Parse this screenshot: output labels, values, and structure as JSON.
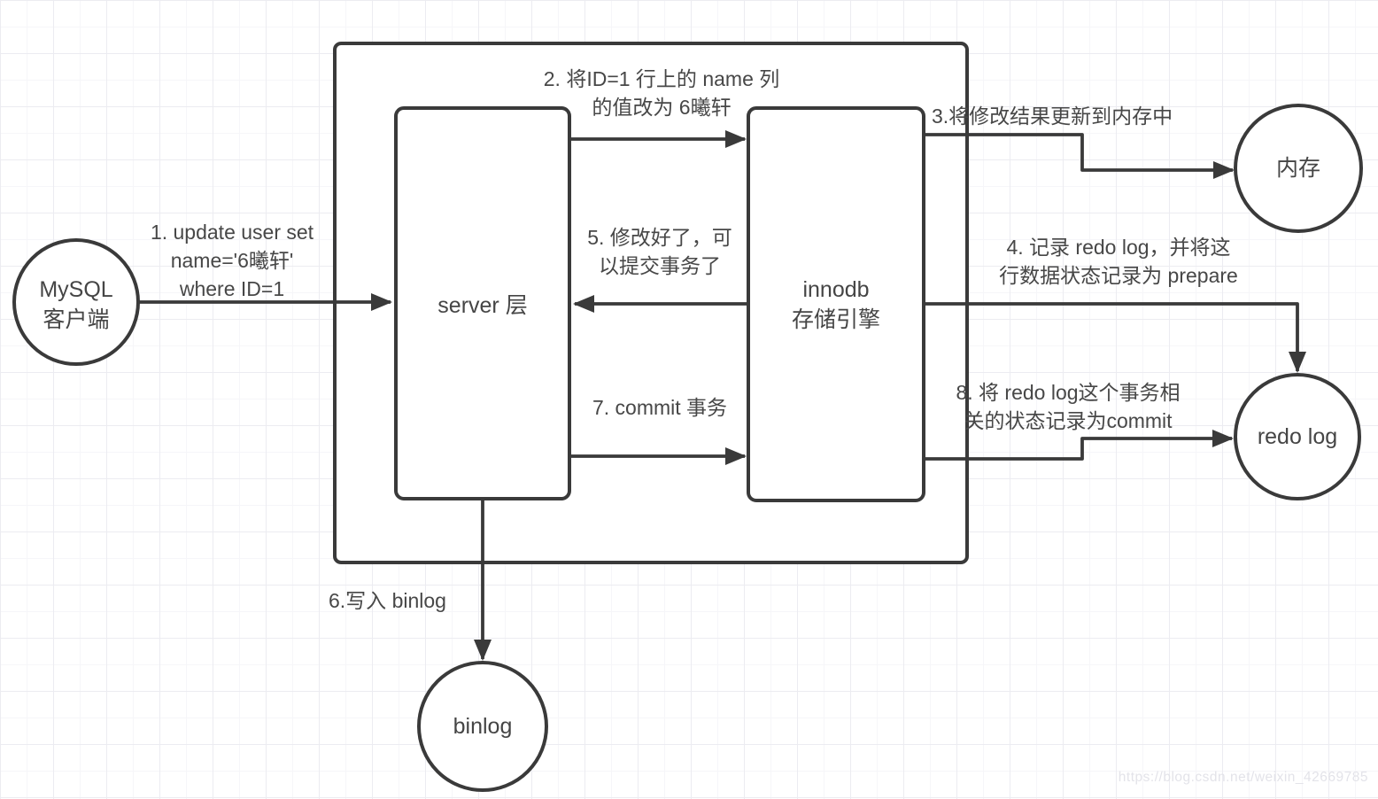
{
  "nodes": {
    "client": {
      "line1": "MySQL",
      "line2": "客户端"
    },
    "server": {
      "label": "server 层"
    },
    "innodb": {
      "line1": "innodb",
      "line2": "存储引擎"
    },
    "memory": {
      "label": "内存"
    },
    "redolog": {
      "label": "redo log"
    },
    "binlog": {
      "label": "binlog"
    }
  },
  "steps": {
    "step1": {
      "line1": "1. update user set",
      "line2": "name='6曦轩'",
      "line3": "where ID=1"
    },
    "step2": {
      "line1": "2. 将ID=1 行上的 name 列",
      "line2": "的值改为 6曦轩"
    },
    "step3": {
      "line1": "3.将修改结果更新到内存中"
    },
    "step4": {
      "line1": "4. 记录 redo log，并将这",
      "line2": "行数据状态记录为 prepare"
    },
    "step5": {
      "line1": "5. 修改好了，可",
      "line2": "以提交事务了"
    },
    "step6": {
      "line1": "6.写入 binlog"
    },
    "step7": {
      "line1": "7. commit 事务"
    },
    "step8": {
      "line1": "8. 将 redo log这个事务相",
      "line2": "关的状态记录为commit"
    }
  },
  "watermark": "https://blog.csdn.net/weixin_42669785",
  "colors": {
    "stroke": "#3a3a3a",
    "text": "#474747",
    "watermark": "#e3e3e9",
    "background": "#ffffff",
    "grid_minor": "#f6f6f9",
    "grid_major": "#ececf1"
  }
}
